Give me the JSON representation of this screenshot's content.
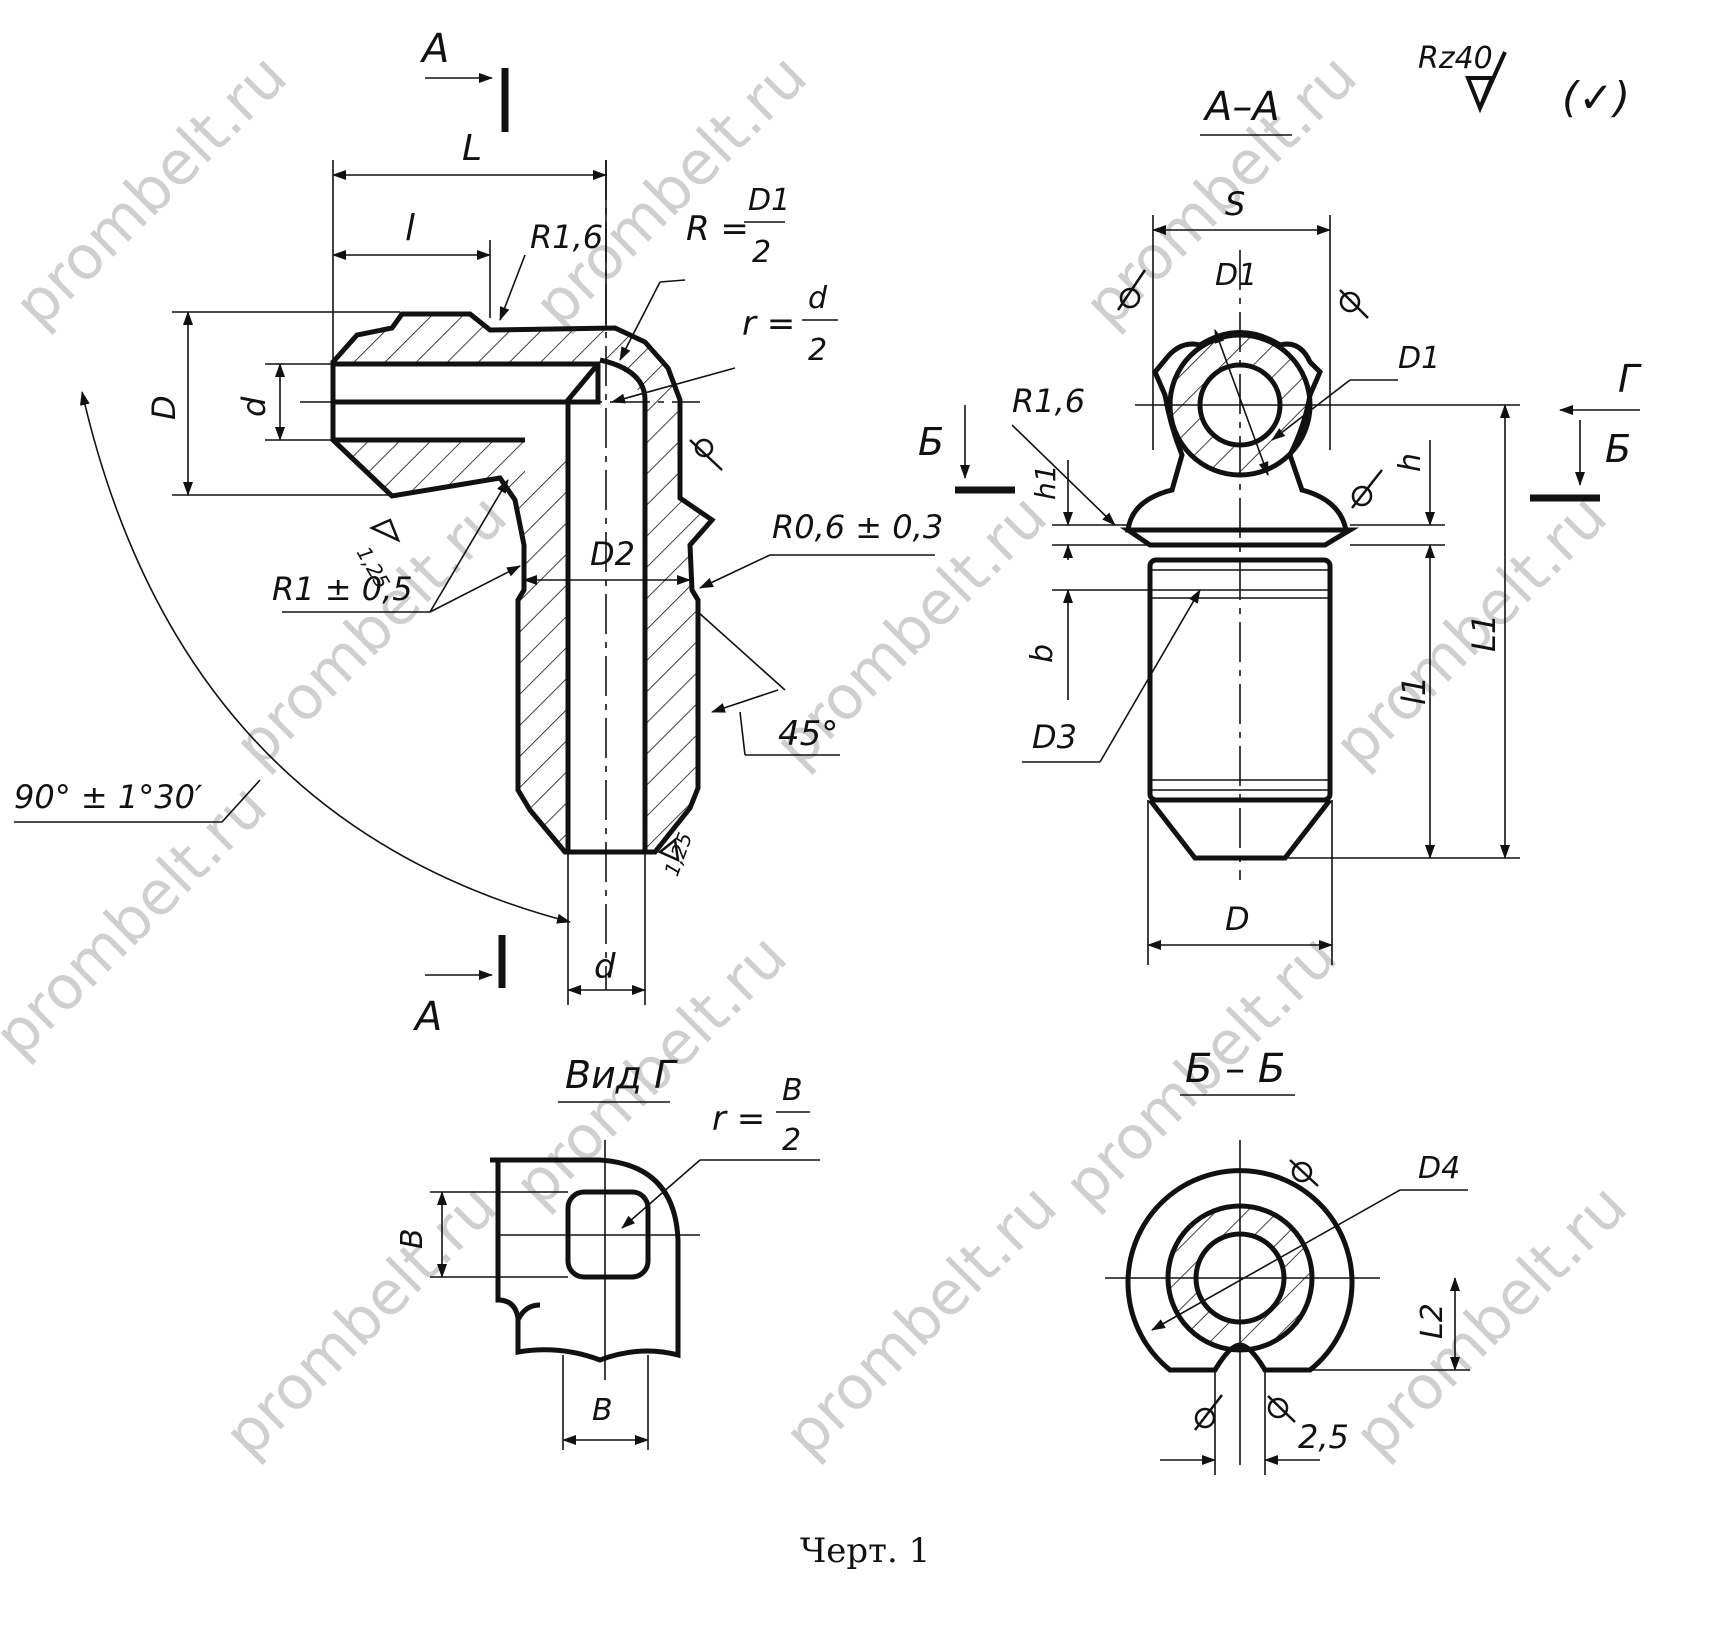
{
  "watermark": "prombelt.ru",
  "surface_finish": {
    "symbol": "Rz40",
    "note": "(✓)"
  },
  "caption": "Черт. 1",
  "views": {
    "main": {
      "section_mark": "A",
      "labels": {
        "L": "L",
        "l": "l",
        "D": "D",
        "d_inner": "d",
        "d_bottom": "d",
        "R16": "R1,6",
        "R_formula": "R = D1/2",
        "R_left": "R =",
        "R_num": "D1",
        "R_den": "2",
        "r_left": "r =",
        "r_num": "d",
        "r_den": "2",
        "R06": "R0,6 ± 0,3",
        "R1": "R1 ± 0,5",
        "D2": "D2",
        "angle45": "45°",
        "angle90": "90° ± 1°30′",
        "tol_a": "1,25",
        "tol_b": "1,25"
      }
    },
    "section_aa": {
      "title": "A–A",
      "labels": {
        "S": "S",
        "D1_top": "D1",
        "D1_right": "D1",
        "R16": "R1,6",
        "h": "h",
        "h1": "h1",
        "b": "b",
        "l1": "l1",
        "L1": "L1",
        "D3": "D3",
        "D": "D",
        "mark_B": "Б",
        "mark_G": "Г"
      }
    },
    "view_g": {
      "title": "Вид Г",
      "labels": {
        "r_left": "r =",
        "r_num": "B",
        "r_den": "2",
        "B_left": "B",
        "B_bottom": "B"
      }
    },
    "section_bb": {
      "title": "Б – Б",
      "labels": {
        "D4": "D4",
        "L2": "L2",
        "dim": "2,5"
      }
    }
  }
}
